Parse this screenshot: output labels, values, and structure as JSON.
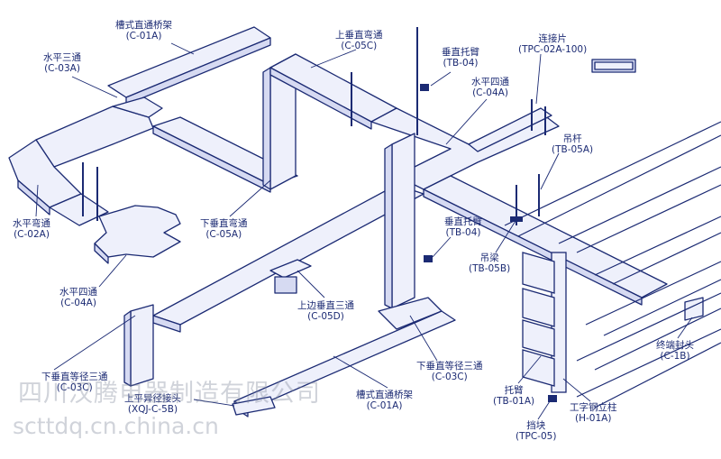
{
  "labels": [
    {
      "id": "c01a-top",
      "zh": "槽式直通桥架",
      "code": "(C-01A)"
    },
    {
      "id": "c03a",
      "zh": "水平三通",
      "code": "(C-03A)"
    },
    {
      "id": "c05c",
      "zh": "上垂直弯通",
      "code": "(C-05C)"
    },
    {
      "id": "tb04-top",
      "zh": "垂直托臂",
      "code": "(TB-04)"
    },
    {
      "id": "tpc02a",
      "zh": "连接片",
      "code": "(TPC-02A-100)"
    },
    {
      "id": "c04a-top",
      "zh": "水平四通",
      "code": "(C-04A)"
    },
    {
      "id": "tb05a",
      "zh": "吊杆",
      "code": "(TB-05A)"
    },
    {
      "id": "c02a",
      "zh": "水平弯通",
      "code": "(C-02A)"
    },
    {
      "id": "c05a",
      "zh": "下垂直弯通",
      "code": "(C-05A)"
    },
    {
      "id": "tb04-mid",
      "zh": "垂直托臂",
      "code": "(TB-04)"
    },
    {
      "id": "tb05b",
      "zh": "吊梁",
      "code": "(TB-05B)"
    },
    {
      "id": "c04a-left",
      "zh": "水平四通",
      "code": "(C-04A)"
    },
    {
      "id": "c05d",
      "zh": "上边垂直三通",
      "code": "(C-05D)"
    },
    {
      "id": "c03c-left",
      "zh": "下垂直等径三通",
      "code": "(C-03C)"
    },
    {
      "id": "xqj",
      "zh": "上平异径接头",
      "code": "(XQJ-C-5B)"
    },
    {
      "id": "c01a-bot",
      "zh": "槽式直通桥架",
      "code": "(C-01A)"
    },
    {
      "id": "c03c-right",
      "zh": "下垂直等径三通",
      "code": "(C-03C)"
    },
    {
      "id": "c1b",
      "zh": "终端封头",
      "code": "(C-1B)"
    },
    {
      "id": "tb01a",
      "zh": "托臂",
      "code": "(TB-01A)"
    },
    {
      "id": "h01a",
      "zh": "工字钢立柱",
      "code": "(H-01A)"
    },
    {
      "id": "tpc05",
      "zh": "挡块",
      "code": "(TPC-05)"
    }
  ],
  "watermark": {
    "company": "四川汉腾电器制造有限公司",
    "site": "scttdq.cn.china.cn"
  },
  "colors": {
    "line": "#1b2a73",
    "tray_fill": "#eef0fb",
    "tray_side": "#d6daf2",
    "background": "#ffffff"
  }
}
